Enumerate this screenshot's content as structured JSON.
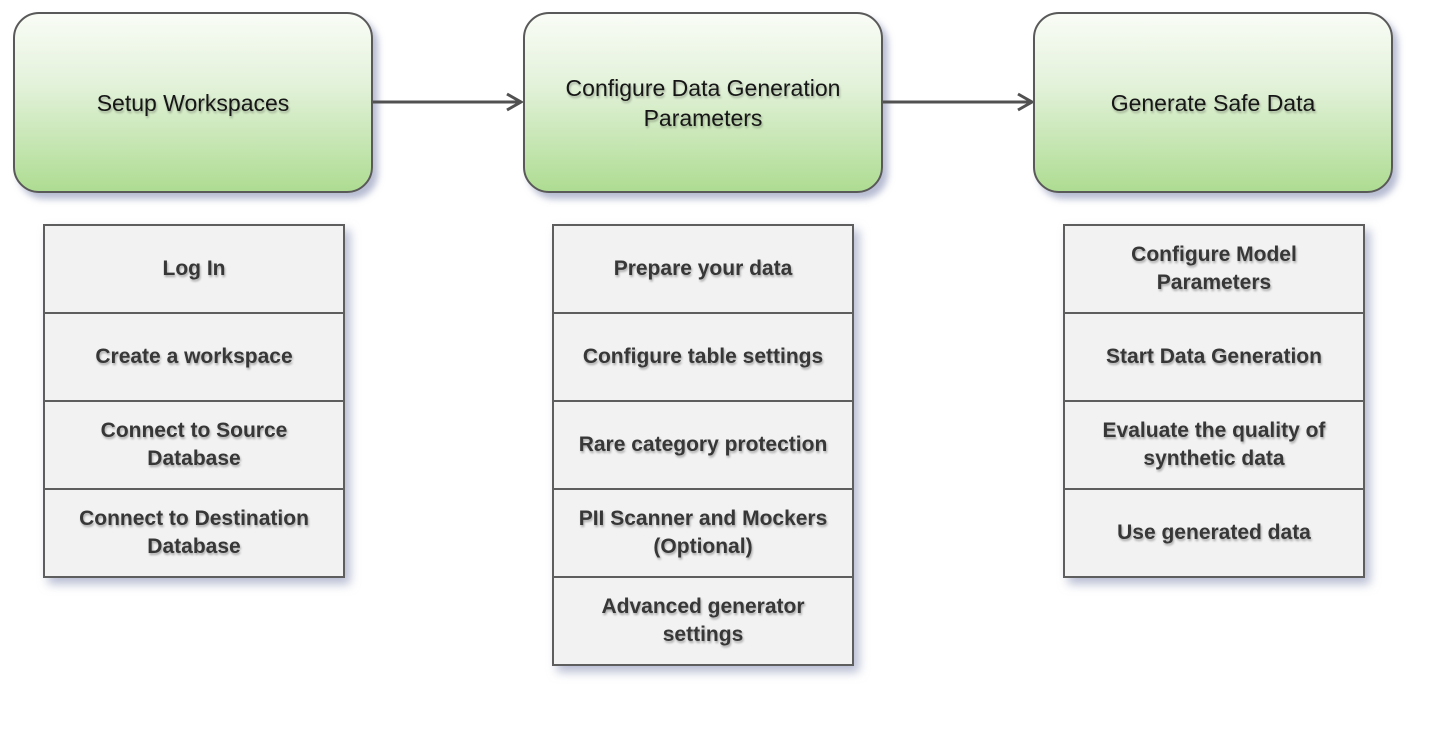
{
  "flow": {
    "stages": [
      {
        "title": "Setup Workspaces",
        "steps": [
          "Log In",
          "Create a workspace",
          "Connect to Source Database",
          "Connect to Destination Database"
        ]
      },
      {
        "title": "Configure Data Generation Parameters",
        "steps": [
          "Prepare your data",
          "Configure table settings",
          "Rare category protection",
          "PII Scanner and Mockers (Optional)",
          "Advanced generator settings"
        ]
      },
      {
        "title": "Generate Safe Data",
        "steps": [
          "Configure Model Parameters",
          "Start Data Generation",
          "Evaluate the quality of synthetic data",
          "Use generated data"
        ]
      }
    ],
    "colors": {
      "stage_gradient_top": "#f9fcf6",
      "stage_gradient_bottom": "#aedc92",
      "stage_border": "#595959",
      "step_background": "#f2f2f2",
      "step_border": "#5e5e5e",
      "step_text": "#373737",
      "arrow": "#515151",
      "shadow": "#7b85ad"
    }
  }
}
